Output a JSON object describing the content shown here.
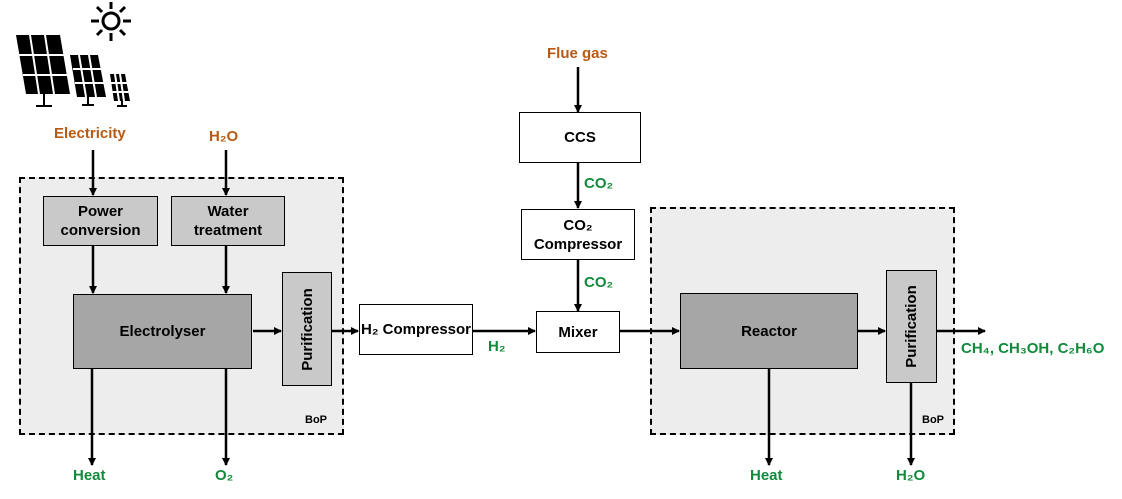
{
  "inputs": {
    "electricity": "Electricity",
    "water": "H₂O",
    "flue_gas": "Flue gas"
  },
  "blocks": {
    "power_conversion": "Power conversion",
    "water_treatment": "Water treatment",
    "electrolyser": "Electrolyser",
    "purification_left": "Purification",
    "h2_compressor": "H₂ Compressor",
    "ccs": "CCS",
    "co2_compressor": "CO₂ Compressor",
    "mixer": "Mixer",
    "reactor": "Reactor",
    "purification_right": "Purification"
  },
  "streams": {
    "h2": "H₂",
    "co2_after_ccs": "CO₂",
    "co2_after_compressor": "CO₂",
    "products": "CH₄, CH₃OH, C₂H₆O"
  },
  "outputs": {
    "heat_left": "Heat",
    "o2": "O₂",
    "heat_right": "Heat",
    "water_out": "H₂O"
  },
  "groups": {
    "bop_left": "BoP",
    "bop_right": "BoP"
  },
  "colors": {
    "input_label": "#b85a14",
    "output_label": "#128a3c",
    "bop_fill": "#ededed",
    "light_block": "#c9c9c9",
    "dark_block": "#a6a6a6"
  }
}
